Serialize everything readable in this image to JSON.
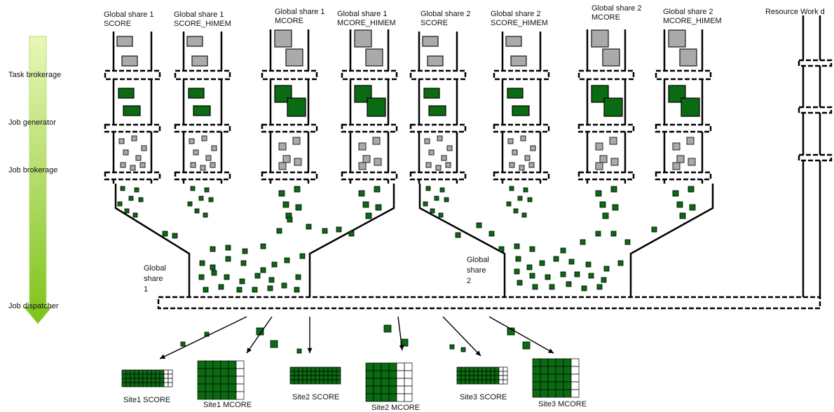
{
  "stages": {
    "task_brokerage": "Task brokerage",
    "job_generator": "Job generator",
    "job_brokerage": "Job brokerage",
    "job_dispatcher": "Job dispatcher"
  },
  "queues": [
    {
      "line1": "Global share 1",
      "line2": "SCORE",
      "type": "score"
    },
    {
      "line1": "Global share 1",
      "line2": "SCORE_HIMEM",
      "type": "score"
    },
    {
      "line1": "Global share 1",
      "line2": "MCORE",
      "type": "mcore"
    },
    {
      "line1": "Global share 1",
      "line2": "MCORE_HIMEM",
      "type": "mcore"
    },
    {
      "line1": "Global share 2",
      "line2": "SCORE",
      "type": "score"
    },
    {
      "line1": "Global share 2",
      "line2": "SCORE_HIMEM",
      "type": "score"
    },
    {
      "line1": "Global share 2",
      "line2": "MCORE",
      "type": "mcore"
    },
    {
      "line1": "Global share 2",
      "line2": "MCORE_HIMEM",
      "type": "mcore"
    }
  ],
  "resource_label": "Resource Work d",
  "global_shares": [
    {
      "line1": "Global",
      "line2": "share",
      "line3": "1"
    },
    {
      "line1": "Global",
      "line2": "share",
      "line3": "2"
    }
  ],
  "sites": [
    {
      "label": "Site1 SCORE",
      "cols": 12,
      "rows": 4,
      "filled_cols": 10
    },
    {
      "label": "Site1 MCORE",
      "cols": 6,
      "rows": 5,
      "filled_cols": 5
    },
    {
      "label": "Site2 SCORE",
      "cols": 12,
      "rows": 4,
      "filled_cols": 12
    },
    {
      "label": "Site2 MCORE",
      "cols": 6,
      "rows": 5,
      "filled_cols": 4
    },
    {
      "label": "Site3 SCORE",
      "cols": 12,
      "rows": 4,
      "filled_cols": 10
    },
    {
      "label": "Site3 MCORE",
      "cols": 6,
      "rows": 5,
      "filled_cols": 5
    }
  ],
  "colors": {
    "job_green": "#0b6b12",
    "task_gray": "#aaaaaa",
    "arrow_top": "#e8f7b8",
    "arrow_bottom": "#7dc21a"
  }
}
